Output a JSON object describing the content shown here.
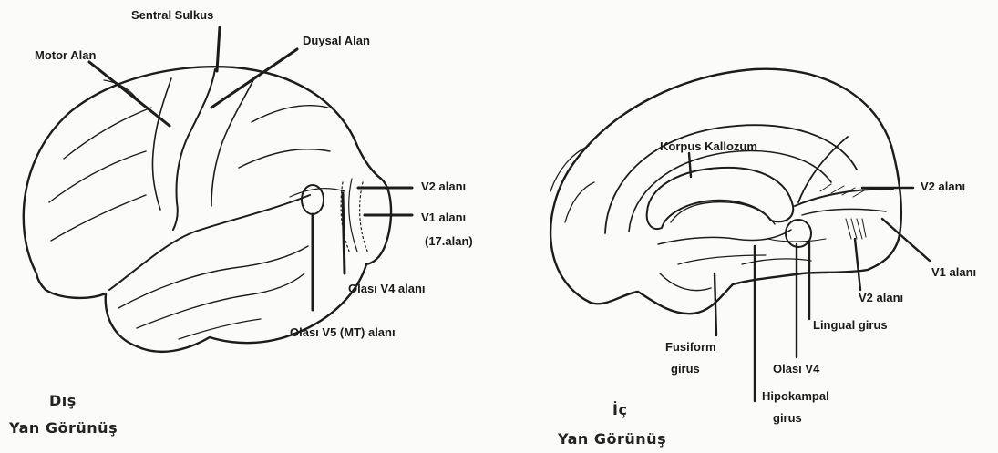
{
  "outer_view": {
    "labels": {
      "central_sulcus": "Sentral Sulkus",
      "sensory_area": "Duysal Alan",
      "motor_area": "Motor Alan",
      "v2_area": "V2 alanı",
      "v1_area": "V1 alanı",
      "v1_area_note": "(17.alan)",
      "possible_v4": "Olası V4 alanı",
      "possible_v5": "Olası V5 (MT) alanı"
    },
    "caption_line1": "Dış",
    "caption_line2": "Yan Görünüş"
  },
  "inner_view": {
    "labels": {
      "corpus_callosum": "Korpus Kallozum",
      "v2_area_top": "V2 alanı",
      "v1_area": "V1 alanı",
      "v2_area_bottom": "V2 alanı",
      "lingual_gyrus": "Lingual girus",
      "fusiform_line1": "Fusiform",
      "fusiform_line2": "girus",
      "possible_v4": "Olası V4",
      "hippocampal_line1": "Hipokampal",
      "hippocampal_line2": "girus"
    },
    "caption_line1": "İç",
    "caption_line2": "Yan Görünüş"
  }
}
